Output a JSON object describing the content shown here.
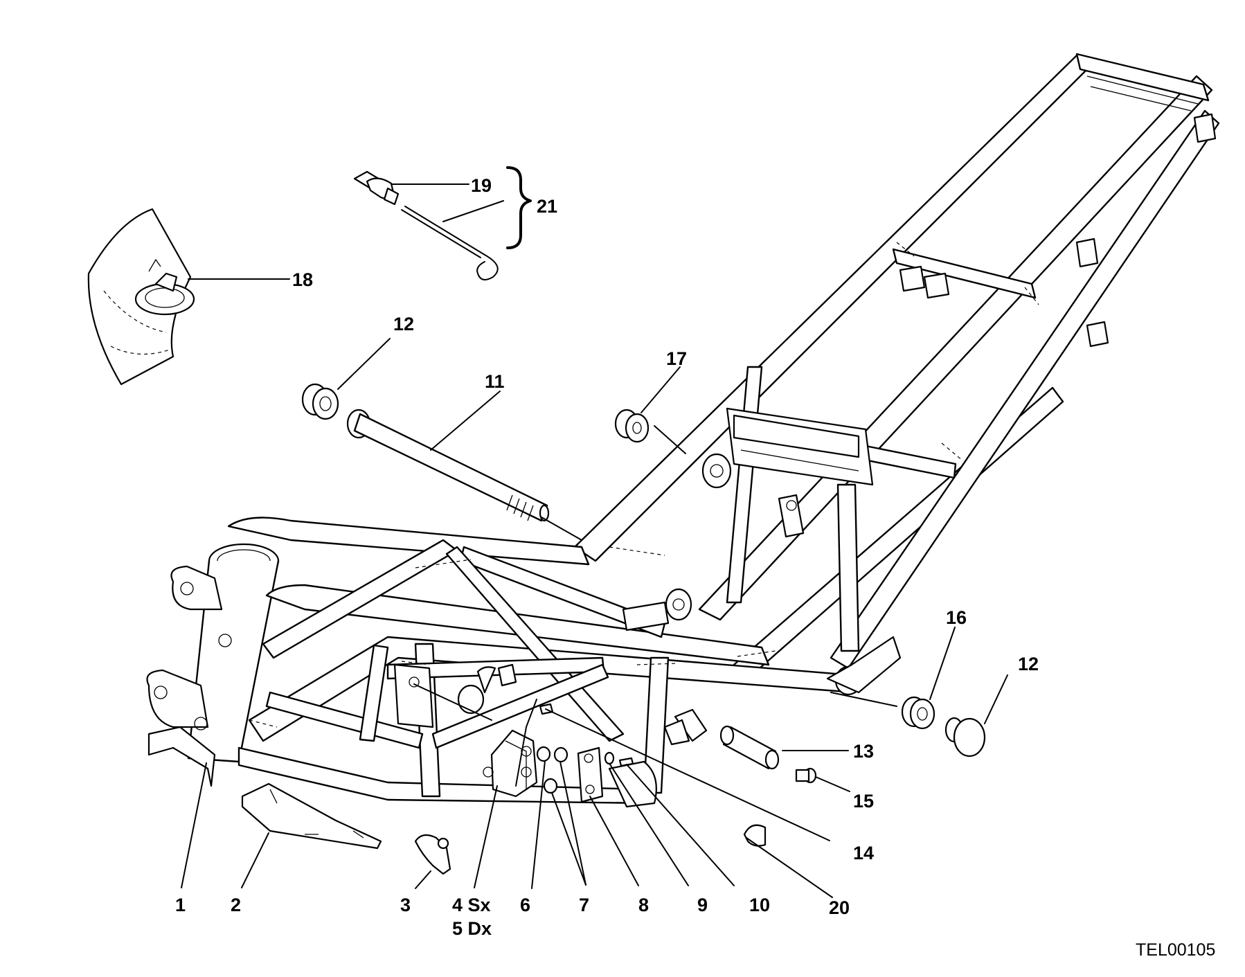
{
  "drawing_code": "TEL00105",
  "brace_group": "21",
  "callouts": {
    "c1": "1",
    "c2": "2",
    "c3": "3",
    "c4": "4 Sx",
    "c5": "5 Dx",
    "c6": "6",
    "c7": "7",
    "c8": "8",
    "c9": "9",
    "c10": "10",
    "c11": "11",
    "c12a": "12",
    "c12b": "12",
    "c13": "13",
    "c14": "14",
    "c15": "15",
    "c16": "16",
    "c17": "17",
    "c18": "18",
    "c19": "19",
    "c20": "20"
  }
}
